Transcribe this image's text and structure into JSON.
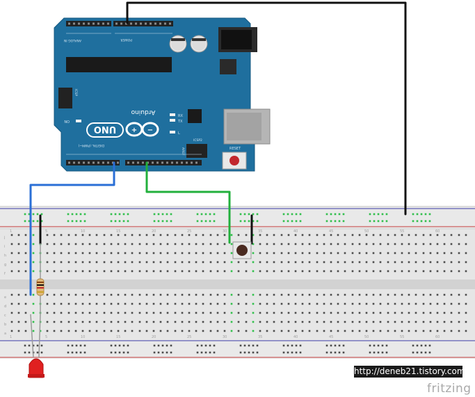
{
  "board": {
    "brand": "Arduino",
    "model": "UNO",
    "digital_label": "DIGITAL (PWM~)",
    "analog_label": "ANALOG IN",
    "power_label": "POWER",
    "icsp_label": "ICSP",
    "icsp2_label": "ICSP2",
    "reset_label": "RESET",
    "aref_label": "AREF",
    "on_label": "ON",
    "tx_label": "TX",
    "rx_label": "RX",
    "l_label": "L",
    "header_colors": {
      "pcb": "#1f6f9e",
      "header": "#222222"
    }
  },
  "breadboard": {
    "row_letters_top": [
      "j",
      "i",
      "h",
      "g",
      "f"
    ],
    "row_letters_bottom": [
      "e",
      "d",
      "c",
      "b",
      "a"
    ],
    "column_numbers": [
      "1",
      "5",
      "10",
      "15",
      "20",
      "25",
      "30",
      "35",
      "40",
      "45",
      "50",
      "55",
      "60"
    ]
  },
  "wires": {
    "blue": "#2a6fd6",
    "green": "#22b03c",
    "black": "#111111"
  },
  "watermark": "http://deneb21.tistory.com",
  "logo": "fritzing"
}
